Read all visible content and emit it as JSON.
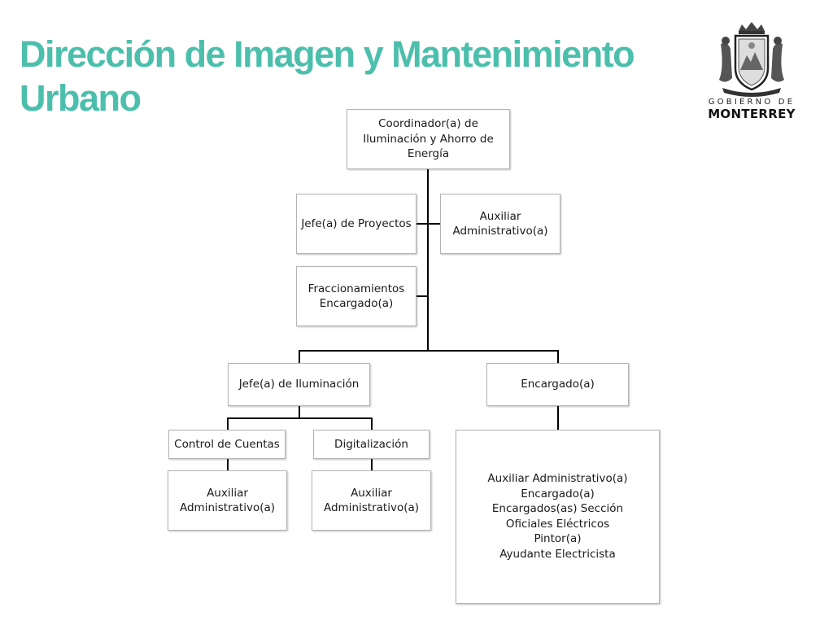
{
  "title": "Dirección de Imagen y Mantenimiento Urbano",
  "logo": {
    "name": "Gobierno de Monterrey coat of arms",
    "top_text": "GOBIERNO DE",
    "main_text": "MONTERREY"
  },
  "org_chart": {
    "coordinador": "Coordinador(a) de Iluminación y Ahorro de Energía",
    "jefe_proyectos": "Jefe(a) de Proyectos",
    "auxiliar_coordinacion": "Auxiliar Administrativo(a)",
    "fraccionamientos": "Fraccionamientos Encargado(a)",
    "jefe_iluminacion": "Jefe(a) de Iluminación",
    "encargado": "Encargado(a)",
    "control_cuentas": "Control de Cuentas",
    "digitalizacion": "Digitalización",
    "auxiliar_control": "Auxiliar Administrativo(a)",
    "auxiliar_digitalizacion": "Auxiliar Administrativo(a)",
    "encargado_staff": "Auxiliar Administrativo(a)\nEncargado(a)\nEncargados(as) Sección\nOficiales Eléctricos\nPintor(a)\nAyudante Electricista"
  }
}
